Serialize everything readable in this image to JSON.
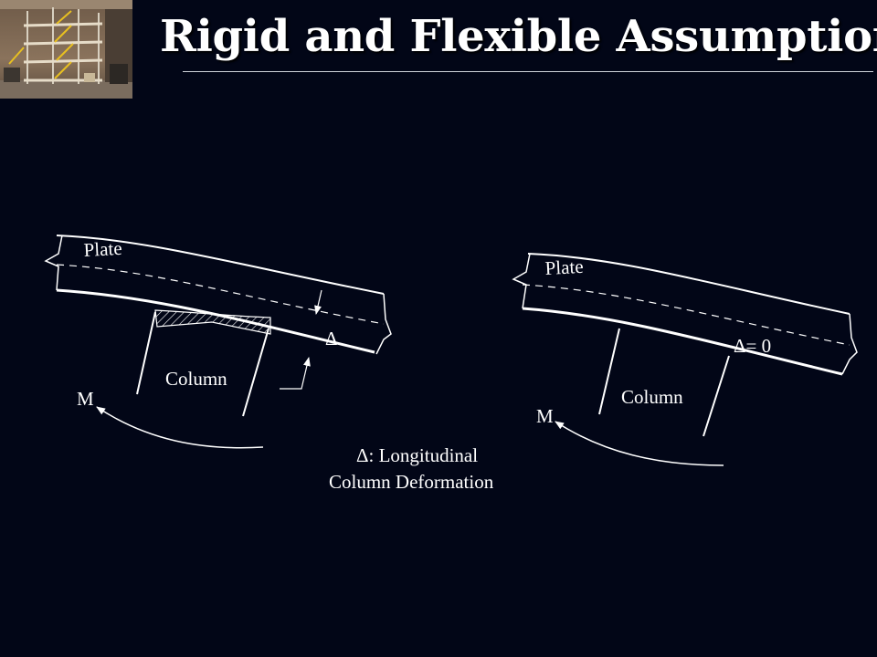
{
  "slide": {
    "title": "Rigid and Flexible Assumption",
    "background_color": "#020617",
    "accent_color": "#ffffff"
  },
  "photo": {
    "icon": "building-test-frame-photo"
  },
  "diagram": {
    "flexible": {
      "plate_label": "Plate",
      "column_label": "Column",
      "moment_label": "M",
      "delta_label": "Δ"
    },
    "rigid": {
      "plate_label": "Plate",
      "column_label": "Column",
      "moment_label": "M",
      "delta_label": "Δ= 0"
    },
    "legend": {
      "line1": "Δ: Longitudinal",
      "line2": "Column Deformation"
    }
  }
}
